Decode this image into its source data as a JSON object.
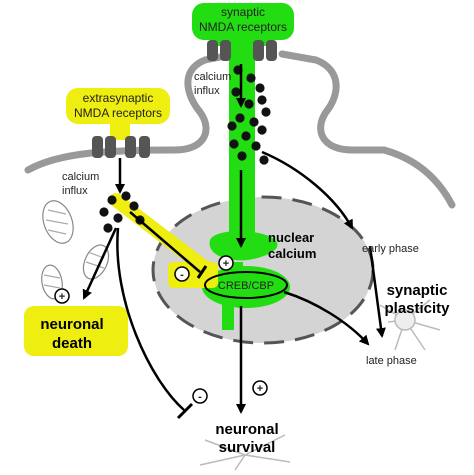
{
  "labels": {
    "synaptic_nmda": [
      "synaptic",
      "NMDA receptors"
    ],
    "extrasynaptic_nmda": [
      "extrasynaptic",
      "NMDA receptors"
    ],
    "calcium_influx_synaptic": [
      "calcium",
      "influx"
    ],
    "calcium_influx_extrasynaptic": [
      "calcium",
      "influx"
    ],
    "nuclear_calcium": [
      "nuclear",
      "calcium"
    ],
    "creb_cbp": "CREB/CBP",
    "early_phase": "early phase",
    "late_phase": "late phase",
    "synaptic_plasticity": [
      "synaptic",
      "plasticity"
    ],
    "neuronal_death": [
      "neuronal",
      "death"
    ],
    "neuronal_survival": [
      "neuronal",
      "survival"
    ]
  },
  "signs": {
    "plus": "+",
    "minus": "-"
  },
  "colors": {
    "synaptic_pathway": "#22dd11",
    "extrasynaptic_pathway": "#eeee11",
    "nucleus_fill": "#d4d4d4",
    "membrane": "#999999",
    "ion_dots": "#111111"
  }
}
